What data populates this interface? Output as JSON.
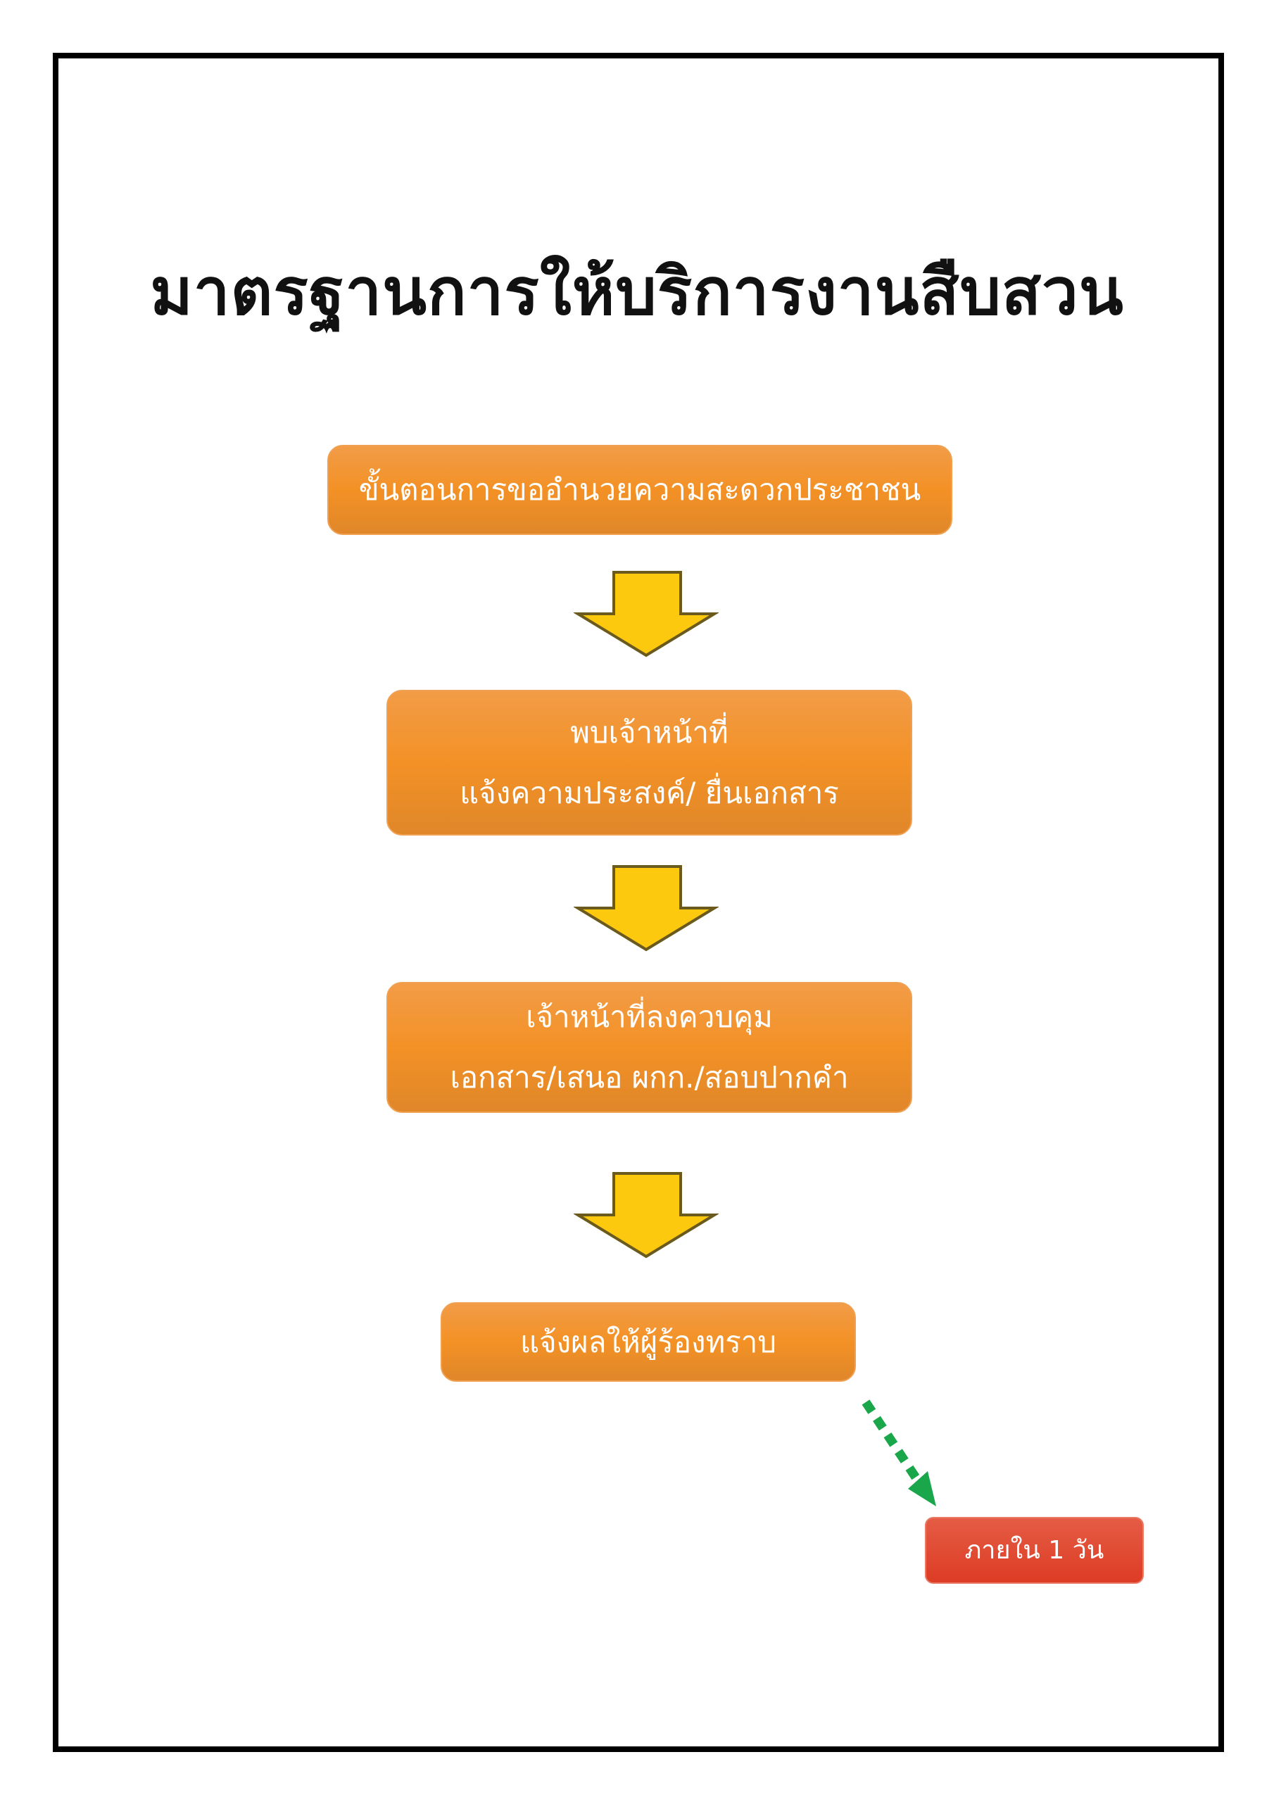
{
  "title": "มาตรฐานการให้บริการงานสืบสวน",
  "steps": [
    {
      "lines": [
        "ขั้นตอนการขออำนวยความสะดวกประชาชน"
      ]
    },
    {
      "lines": [
        "พบเจ้าหน้าที่",
        "แจ้งความประสงค์/ ยื่นเอกสาร"
      ]
    },
    {
      "lines": [
        "เจ้าหน้าที่ลงควบคุม",
        "เอกสาร/เสนอ ผกก./สอบปากคำ"
      ]
    },
    {
      "lines": [
        "แจ้งผลให้ผู้ร้องทราบ"
      ]
    }
  ],
  "duration": "ภายใน 1 วัน",
  "colors": {
    "step": "#f39125",
    "arrow": "#fdc90f",
    "arrow_stroke": "#6b5a1e",
    "duration": "#dd3c24",
    "connector": "#1aa64a"
  }
}
